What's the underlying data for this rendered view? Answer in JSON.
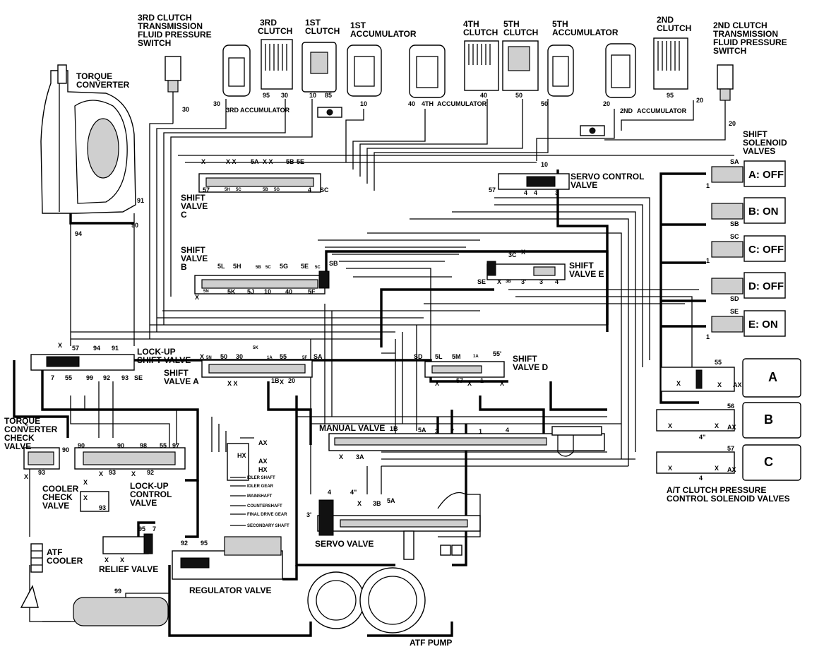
{
  "components": {
    "clutch3_pressure_switch": [
      "3RD CLUTCH",
      "TRANSMISSION",
      "FLUID PRESSURE",
      "SWITCH"
    ],
    "clutch3": [
      "3RD",
      "CLUTCH"
    ],
    "clutch1": [
      "1ST",
      "CLUTCH"
    ],
    "accumulator1": [
      "1ST",
      "ACCUMULATOR"
    ],
    "clutch4": [
      "4TH",
      "CLUTCH"
    ],
    "clutch5": [
      "5TH",
      "CLUTCH"
    ],
    "accumulator5": [
      "5TH",
      "ACCUMULATOR"
    ],
    "clutch2": [
      "2ND",
      "CLUTCH"
    ],
    "clutch2_pressure_switch": [
      "2ND CLUTCH",
      "TRANSMISSION",
      "FLUID PRESSURE",
      "SWITCH"
    ],
    "torque_converter": [
      "TORQUE",
      "CONVERTER"
    ],
    "accumulator3": [
      "3RD",
      "ACCUMULATOR"
    ],
    "accumulator4": [
      "4TH",
      "ACCUMULATOR"
    ],
    "accumulator2": [
      "2ND",
      "ACCUMULATOR"
    ],
    "shift_solenoid_valves": [
      "SHIFT",
      "SOLENOID",
      "VALVES"
    ],
    "servo_control_valve": [
      "SERVO CONTROL",
      "VALVE"
    ],
    "shift_valve_c": [
      "SHIFT",
      "VALVE",
      "C"
    ],
    "shift_valve_b": [
      "SHIFT",
      "VALVE",
      "B"
    ],
    "shift_valve_e": [
      "SHIFT",
      "VALVE E"
    ],
    "lockup_shift_valve": [
      "LOCK-UP",
      "SHIFT VALVE"
    ],
    "shift_valve_a": [
      "SHIFT",
      "VALVE A"
    ],
    "shift_valve_d": [
      "SHIFT",
      "VALVE D"
    ],
    "torque_converter_check_valve": [
      "TORQUE",
      "CONVERTER",
      "CHECK",
      "VALVE"
    ],
    "cooler_check_valve": [
      "COOLER",
      "CHECK",
      "VALVE"
    ],
    "lockup_control_valve": [
      "LOCK-UP",
      "CONTROL",
      "VALVE"
    ],
    "manual_valve": [
      "MANUAL VALVE"
    ],
    "servo_valve": [
      "SERVO VALVE"
    ],
    "atf_cooler": [
      "ATF",
      "COOLER"
    ],
    "relief_valve": [
      "RELIEF VALVE"
    ],
    "regulator_valve": [
      "REGULATOR VALVE"
    ],
    "atf_pump": [
      "ATF PUMP"
    ],
    "clutch_pressure_solenoids": [
      "A/T CLUTCH PRESSURE",
      "CONTROL SOLENOID VALVES"
    ]
  },
  "solenoids": [
    {
      "state": "A: OFF",
      "port": "SA"
    },
    {
      "state": "B: ON",
      "port": "SB"
    },
    {
      "state": "C: OFF",
      "port": "SC"
    },
    {
      "state": "D: OFF",
      "port": "SD"
    },
    {
      "state": "E: ON",
      "port": "SE"
    }
  ],
  "pressure_solenoids": [
    {
      "letter": "A",
      "port": "55"
    },
    {
      "letter": "B",
      "port": "56"
    },
    {
      "letter": "C",
      "port": "57"
    }
  ],
  "regulator_taps": [
    "IDLER SHAFT",
    "IDLER GEAR",
    "MAINSHAFT",
    "COUNTERSHAFT",
    "FINAL DRIVE GEAR",
    "SECONDARY SHAFT"
  ],
  "ports": {
    "p30": "30",
    "p95": "95",
    "p10": "10",
    "p85": "85",
    "p40": "40",
    "p50": "50",
    "p20": "20",
    "p91": "91",
    "p90": "90",
    "p94": "94",
    "p57": "57",
    "pX": "X",
    "pXX": "X X",
    "p5A": "5A",
    "p5B": "5B",
    "p5E": "5E",
    "p5H": "5H",
    "p5C": "5C",
    "p5G": "5G",
    "p4": "4",
    "pSC": "SC",
    "p5L": "5L",
    "p5F": "5F",
    "pSB": "SB",
    "p5N": "5N",
    "p5K": "5K",
    "p5J": "5J",
    "p3C": "3C",
    "pSE": "SE",
    "p3": "3",
    "p3p": "3'",
    "pSD": "SD",
    "p5M": "5M",
    "p1A": "1A",
    "p55p": "55'",
    "p1": "1",
    "p1B": "1B",
    "p7": "7",
    "p93": "93",
    "p99": "99",
    "p92": "92",
    "p98": "98",
    "p55": "55",
    "p97": "97",
    "pSA": "SA",
    "pAX": "AX",
    "pHX": "HX",
    "p4pp": "4\"",
    "p3B": "3B",
    "p3A": "3A",
    "p56": "56",
    "p2": "2"
  }
}
